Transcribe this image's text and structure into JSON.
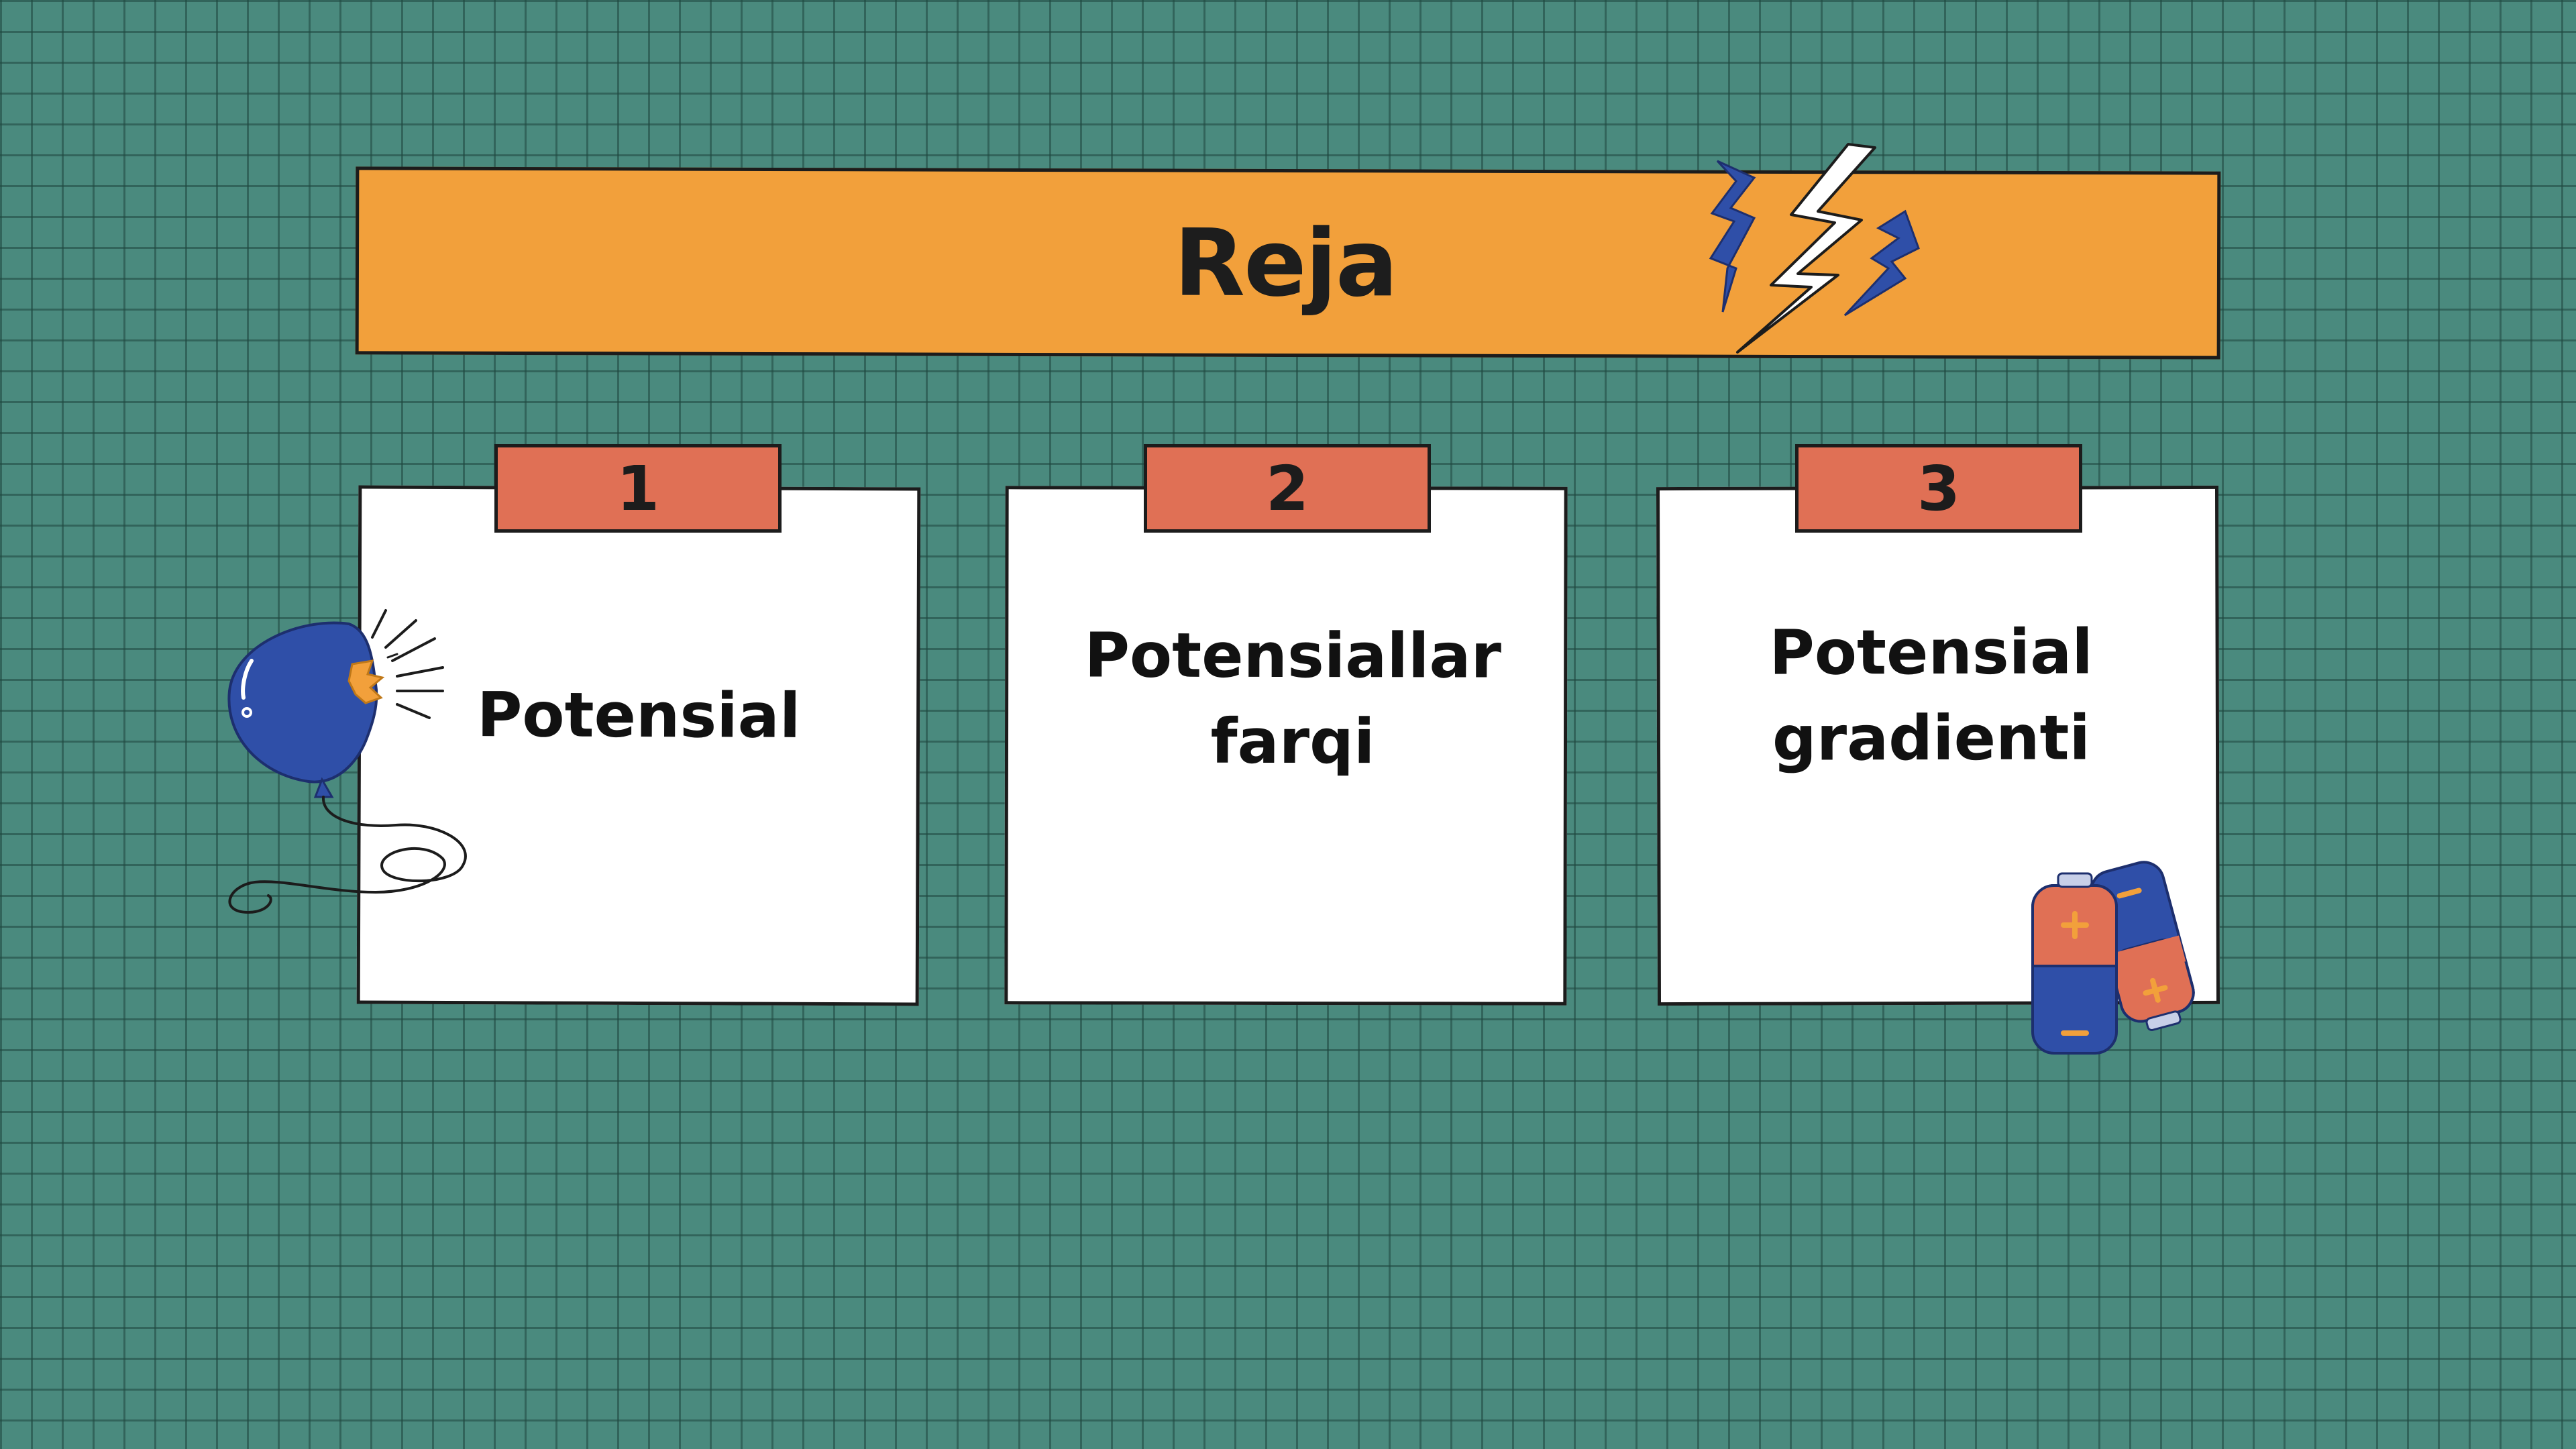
{
  "slide": {
    "title": "Reja",
    "cards": [
      {
        "number": "1",
        "lines": [
          "Potensial"
        ]
      },
      {
        "number": "2",
        "lines": [
          "Potensiallar",
          "farqi"
        ]
      },
      {
        "number": "3",
        "lines": [
          "Potensial",
          "gradienti"
        ]
      }
    ]
  },
  "colors": {
    "background": "#4a8a7e",
    "title_bar": "#f2a03b",
    "tab": "#e07055",
    "card": "#ffffff",
    "accent_blue": "#2f4fa8"
  },
  "icons": [
    "lightning-icon",
    "balloon-icon",
    "batteries-icon"
  ]
}
